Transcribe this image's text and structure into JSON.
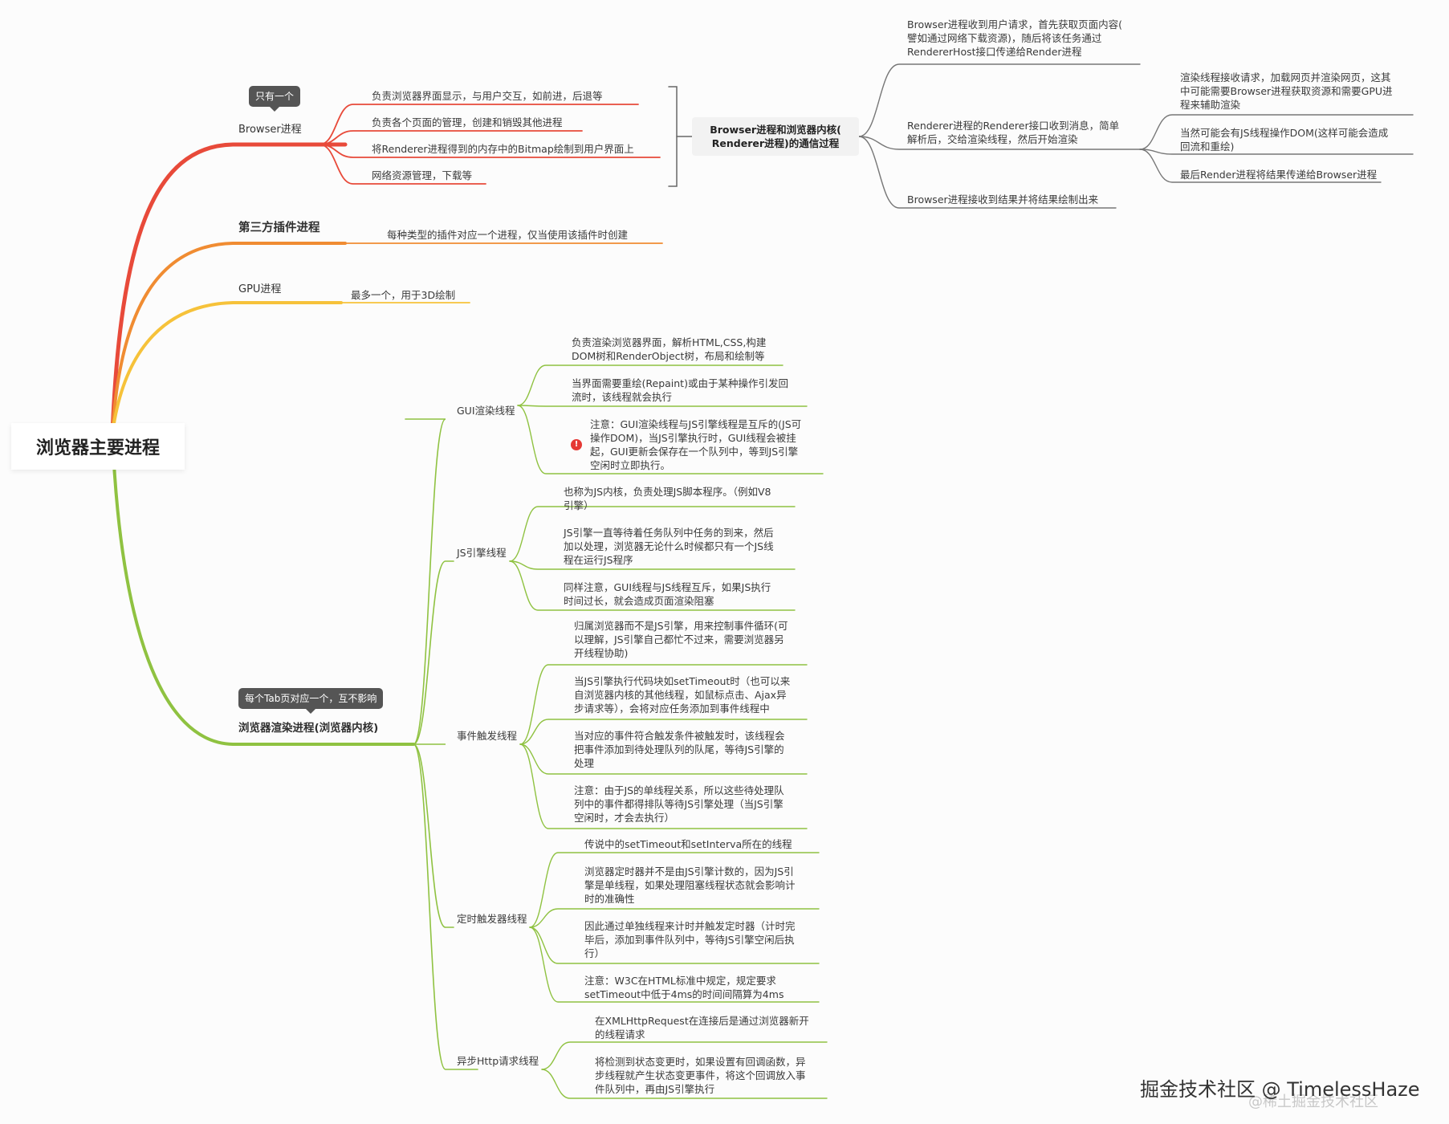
{
  "root": "浏览器主要进程",
  "browser": {
    "tag": "只有一个",
    "title": "Browser进程",
    "items": [
      "负责浏览器界面显示，与用户交互，如前进，后退等",
      "负责各个页面的管理，创建和销毁其他进程",
      "将Renderer进程得到的内存中的Bitmap绘制到用户界面上",
      "网络资源管理，下载等"
    ],
    "comm": {
      "title_lines": [
        "Browser进程和浏览器内核(",
        "Renderer进程)的通信过程"
      ],
      "steps": [
        [
          "Browser进程收到用户请求，首先获取页面内容(",
          "譬如通过网络下载资源)，随后将该任务通过",
          "RendererHost接口传递给Render进程"
        ],
        [
          "Renderer进程的Renderer接口收到消息，简单",
          "解析后，交给渲染线程，然后开始渲染"
        ],
        [
          "Browser进程接收到结果并将结果绘制出来"
        ]
      ],
      "render_sub": [
        [
          "渲染线程接收请求，加载网页并渲染网页，这其",
          "中可能需要Browser进程获取资源和需要GPU进",
          "程来辅助渲染"
        ],
        [
          "当然可能会有JS线程操作DOM(这样可能会造成",
          "回流和重绘)"
        ],
        [
          "最后Render进程将结果传递给Browser进程"
        ]
      ]
    }
  },
  "plugin": {
    "title": "第三方插件进程",
    "item": "每种类型的插件对应一个进程，仅当使用该插件时创建"
  },
  "gpu": {
    "title": "GPU进程",
    "item": "最多一个，用于3D绘制"
  },
  "renderer": {
    "tag": "每个Tab页对应一个，互不影响",
    "title": "浏览器渲染进程(浏览器内核)",
    "threads": [
      {
        "name": "GUI渲染线程",
        "items": [
          [
            "负责渲染浏览器界面，解析HTML,CSS,构建",
            "DOM树和RenderObject树，布局和绘制等"
          ],
          [
            "当界面需要重绘(Repaint)或由于某种操作引发回",
            "流时，该线程就会执行"
          ],
          [
            "注意：GUI渲染线程与JS引擎线程是互斥的(JS可",
            "操作DOM)，当JS引擎执行时，GUI线程会被挂",
            "起，GUI更新会保存在一个队列中，等到JS引擎",
            "空闲时立即执行。"
          ]
        ]
      },
      {
        "name": "JS引擎线程",
        "items": [
          [
            "也称为JS内核，负责处理JS脚本程序。（例如V8",
            "引擎）"
          ],
          [
            "JS引擎一直等待着任务队列中任务的到来，然后",
            "加以处理，浏览器无论什么时候都只有一个JS线",
            "程在运行JS程序"
          ],
          [
            "同样注意，GUI线程与JS线程互斥，如果JS执行",
            "时间过长，就会造成页面渲染阻塞"
          ]
        ]
      },
      {
        "name": "事件触发线程",
        "items": [
          [
            "归属浏览器而不是JS引擎，用来控制事件循环(可",
            "以理解，JS引擎自己都忙不过来，需要浏览器另",
            "开线程协助)"
          ],
          [
            "当JS引擎执行代码块如setTimeout时（也可以来",
            "自浏览器内核的其他线程，如鼠标点击、Ajax异",
            "步请求等），会将对应任务添加到事件线程中"
          ],
          [
            "当对应的事件符合触发条件被触发时，该线程会",
            "把事件添加到待处理队列的队尾，等待JS引擎的",
            "处理"
          ],
          [
            "注意：由于JS的单线程关系，所以这些待处理队",
            "列中的事件都得排队等待JS引擎处理（当JS引擎",
            "空闲时，才会去执行）"
          ]
        ]
      },
      {
        "name": "定时触发器线程",
        "items": [
          [
            "传说中的setTimeout和setInterva所在的线程"
          ],
          [
            "浏览器定时器并不是由JS引擎计数的，因为JS引",
            "擎是单线程，如果处理阻塞线程状态就会影响计",
            "时的准确性"
          ],
          [
            "因此通过单独线程来计时并触发定时器（计时完",
            "毕后，添加到事件队列中，等待JS引擎空闲后执",
            "行）"
          ],
          [
            "注意：W3C在HTML标准中规定，规定要求",
            "setTimeout中低于4ms的时间间隔算为4ms"
          ]
        ]
      },
      {
        "name": "异步Http请求线程",
        "items": [
          [
            "在XMLHttpRequest在连接后是通过浏览器新开",
            "的线程请求"
          ],
          [
            "将检测到状态变更时，如果设置有回调函数，异",
            "步线程就产生状态变更事件，将这个回调放入事",
            "件队列中，再由JS引擎执行"
          ]
        ]
      }
    ]
  },
  "watermark": {
    "main": "掘金技术社区 @ TimelessHaze",
    "faint": "@稀土掘金技术社区"
  },
  "colors": {
    "browser": "#e84a3a",
    "plugin": "#f08c32",
    "gpu": "#f6c23a",
    "renderer": "#8fc241",
    "line": "#666666"
  }
}
